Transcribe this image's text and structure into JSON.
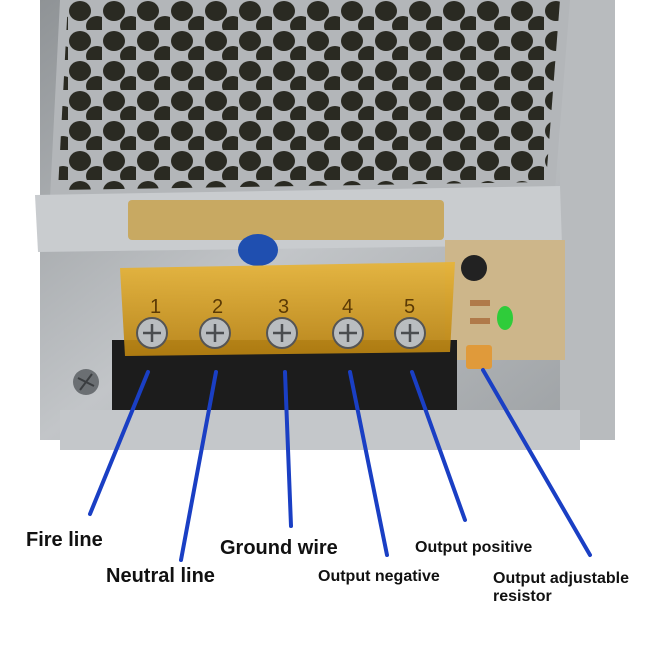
{
  "terminal_numbers": [
    "1",
    "2",
    "3",
    "4",
    "5"
  ],
  "callouts": {
    "fire_line": "Fire line",
    "neutral_line": "Neutral line",
    "ground_wire": "Ground wire",
    "output_negative": "Output negative",
    "output_positive": "Output positive",
    "output_adjustable_line1": "Output adjustable",
    "output_adjustable_line2": "resistor"
  },
  "colors": {
    "leader_line": "#1a3fc4",
    "terminal_cover": "#d9a21c",
    "terminal_block": "#1c1c1c",
    "case_metal": "#a9acaf",
    "indicator_led": "#2fcc3a"
  }
}
